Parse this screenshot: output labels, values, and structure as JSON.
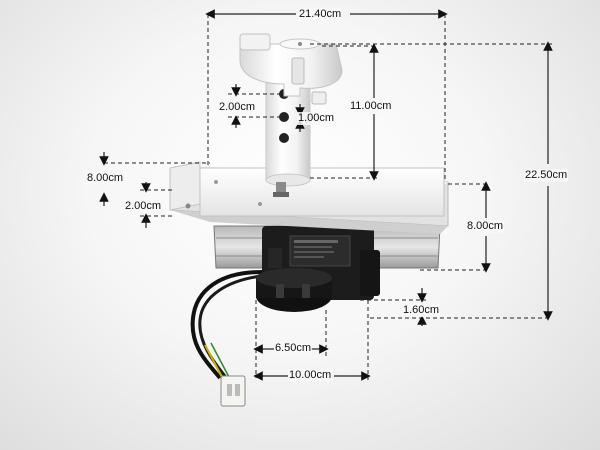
{
  "dimensions": {
    "width_top": "21.40cm",
    "total_height": "22.50cm",
    "pump_height": "11.00cm",
    "hole_spacing_2": "2.00cm",
    "hole_spacing_1": "1.00cm",
    "bracket_width_8": "8.00cm",
    "bracket_thickness_2": "2.00cm",
    "bracket_depth_8": "8.00cm",
    "motor_offset": "1.60cm",
    "base_diameter": "6.50cm",
    "motor_width": "10.00cm"
  }
}
